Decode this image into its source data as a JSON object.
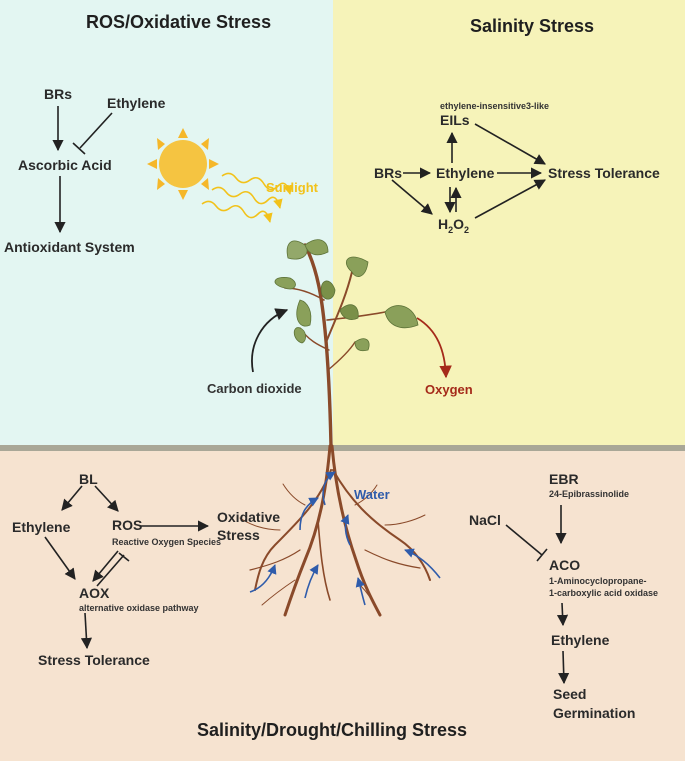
{
  "panels": {
    "ros": {
      "title": "ROS/Oxidative Stress",
      "brs": "BRs",
      "ethylene": "Ethylene",
      "ascorbic": "Ascorbic Acid",
      "antiox": "Antioxidant System",
      "sunlight": "Sunlight",
      "co2": "Carbon dioxide"
    },
    "salinity": {
      "title": "Salinity Stress",
      "eils_full": "ethylene-insensitive3-like",
      "eils": "EILs",
      "brs": "BRs",
      "ethylene": "Ethylene",
      "h2o2_h": "H",
      "h2o2_2a": "2",
      "h2o2_o": "O",
      "h2o2_2b": "2",
      "stress_tol": "Stress Tolerance",
      "oxygen": "Oxygen"
    },
    "lower": {
      "title": "Salinity/Drought/Chilling Stress",
      "bl": "BL",
      "ethylene": "Ethylene",
      "ros": "ROS",
      "ros_full": "Reactive Oxygen Species",
      "aox": "AOX",
      "aox_full": "alternative oxidase pathway",
      "stress_tol": "Stress Tolerance",
      "ox_stress_1": "Oxidative",
      "ox_stress_2": "Stress",
      "water": "Water",
      "ebr": "EBR",
      "ebr_full": "24-Epibrassinolide",
      "nacl": "NaCl",
      "aco": "ACO",
      "aco_full_1": "1-Aminocyclopropane-",
      "aco_full_2": "1-carboxylic acid oxidase",
      "ethylene2": "Ethylene",
      "seed_1": "Seed",
      "seed_2": "Germination"
    }
  },
  "colors": {
    "ros_bg": "#e3f6f2",
    "salinity_bg": "#f6f3b9",
    "lower_bg": "#f6e3d0",
    "sunlight": "#f2c21a",
    "oxygen": "#a52a1a",
    "water": "#2f5cab",
    "stem": "#8a4a2a",
    "leaf": "#8aa05a"
  }
}
